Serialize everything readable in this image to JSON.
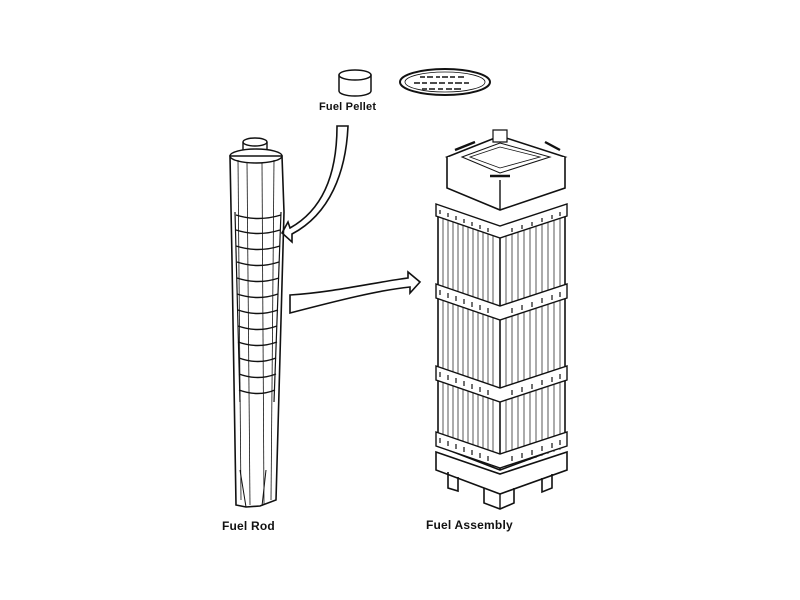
{
  "labels": {
    "fuel_pellet": "Fuel Pellet",
    "fuel_rod": "Fuel Rod",
    "fuel_assembly": "Fuel Assembly"
  },
  "colors": {
    "ink": "#111111",
    "background": "#ffffff"
  }
}
